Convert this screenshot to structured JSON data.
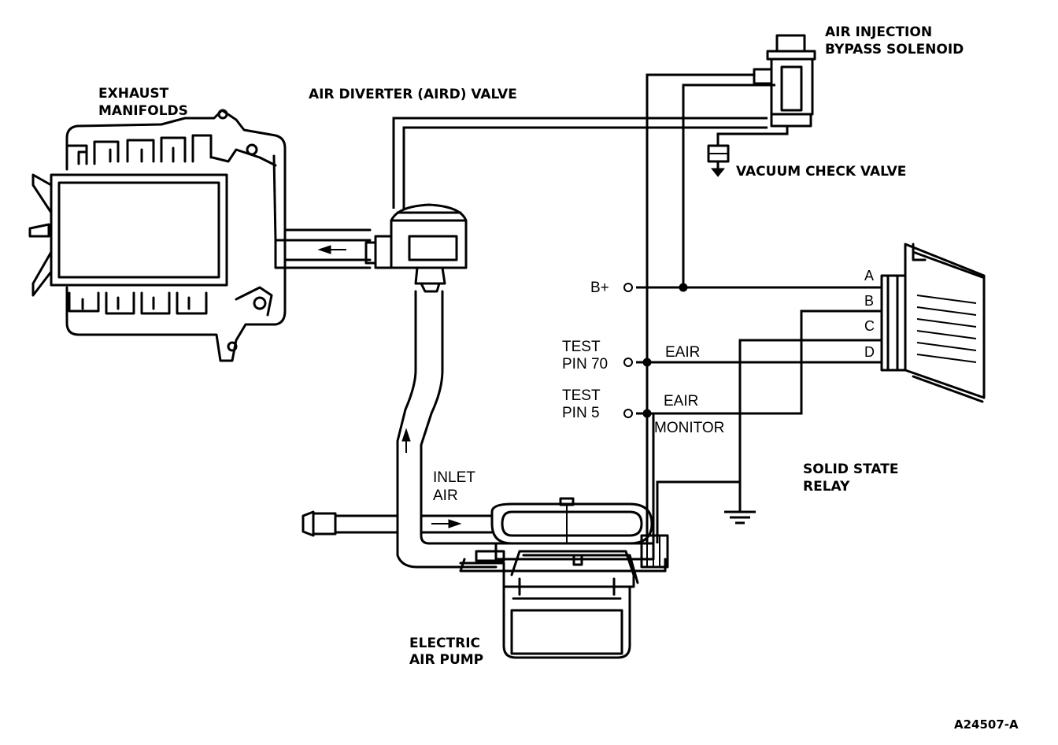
{
  "labels": {
    "exhaust_manifolds": [
      "EXHAUST",
      "MANIFOLDS"
    ],
    "air_diverter_valve": "AIR DIVERTER (AIRD) VALVE",
    "bypass_solenoid": [
      "AIR INJECTION",
      "BYPASS SOLENOID"
    ],
    "vacuum_check_valve": "VACUUM CHECK VALVE",
    "b_plus": "B+",
    "test_pin_70": [
      "TEST",
      "PIN 70"
    ],
    "test_pin_5": [
      "TEST",
      "PIN 5"
    ],
    "eair": "EAIR",
    "eair_monitor": [
      "EAIR",
      "MONITOR"
    ],
    "inlet_air": [
      "INLET",
      "AIR"
    ],
    "solid_state_relay": [
      "SOLID STATE",
      "RELAY"
    ],
    "electric_air_pump": [
      "ELECTRIC",
      "AIR PUMP"
    ],
    "relay_pins": [
      "A",
      "B",
      "C",
      "D"
    ],
    "figure_id": "A24507-A"
  },
  "colors": {
    "line": "#000000",
    "background": "#ffffff"
  }
}
